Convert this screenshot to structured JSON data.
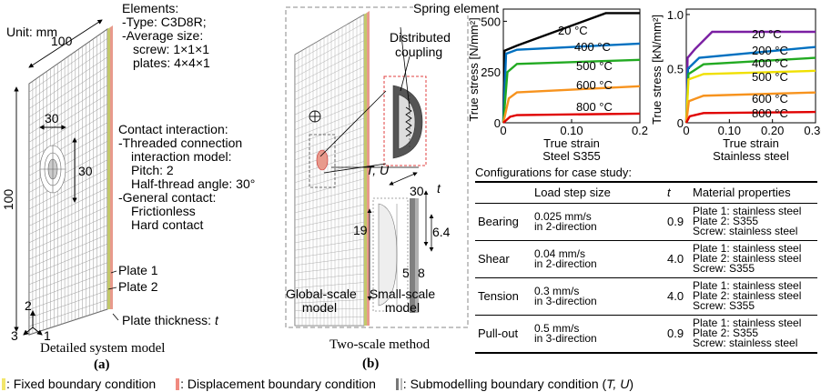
{
  "panel_a": {
    "unit": "Unit: mm",
    "dim_100_top": "100",
    "dim_100_left": "100",
    "dim_30_hole_w": "30",
    "dim_30_hole_h": "30",
    "elements_lines": [
      "Elements:",
      "-Type: C3D8R;",
      "-Average size:",
      "screw: 1×1×1",
      "plates: 4×4×1"
    ],
    "contact_lines": [
      "Contact interaction:",
      "-Threaded connection",
      "interaction model:",
      "Pitch: 2",
      "Half-thread angle: 30°",
      "-General contact:",
      "Frictionless",
      "Hard contact"
    ],
    "plate1": "Plate 1",
    "plate2": "Plate 2",
    "thickness_prefix": "Plate thickness: ",
    "thickness_var": "t",
    "axis2": "2",
    "axis3": "3",
    "axis1": "1",
    "caption": "Detailed system model",
    "label": "(a)"
  },
  "panel_b": {
    "spring": "Spring element",
    "distributed": "Distributed",
    "coupling": "coupling",
    "tu": "T, U",
    "dim_30": "30",
    "dim_t": "t",
    "dim_19": "19",
    "dim_64": "6.4",
    "dim_5": "5",
    "dim_8": "8",
    "global_1": "Global-scale",
    "global_2": "model",
    "small_1": "Small-scale",
    "small_2": "model",
    "caption": "Two-scale method",
    "label": "(b)"
  },
  "colors": {
    "fixed": "#f2e66b",
    "displacement": "#f08a80",
    "submodel": "#777777",
    "c20": "#000000",
    "c200": "#7a1fa2",
    "c400": "#0070c0",
    "c500": "#22aa22",
    "c500_ss": "#f0e000",
    "c600": "#f7931e",
    "c800": "#e00000"
  },
  "chart_data": [
    {
      "type": "line",
      "title": "",
      "xlabel": "True strain",
      "xlabel2": "Steel S355",
      "ylabel": "True stress [N/mm²]",
      "xlim": [
        0,
        0.2
      ],
      "ylim": [
        0,
        560
      ],
      "xticks": [
        "0",
        "0.10",
        "0.2"
      ],
      "xtick_values": [
        0,
        0.1,
        0.2
      ],
      "yticks": [
        "0",
        "250",
        "500"
      ],
      "ytick_values": [
        0,
        250,
        500
      ],
      "series": [
        {
          "name": "20 °C",
          "color": "#000000",
          "x": [
            0,
            0.0017,
            0.02,
            0.15,
            0.2
          ],
          "y": [
            0,
            355,
            380,
            540,
            540
          ]
        },
        {
          "name": "400 °C",
          "color": "#0070c0",
          "x": [
            0,
            0.004,
            0.02,
            0.2
          ],
          "y": [
            0,
            340,
            360,
            390
          ]
        },
        {
          "name": "500 °C",
          "color": "#22aa22",
          "x": [
            0,
            0.006,
            0.02,
            0.2
          ],
          "y": [
            0,
            250,
            290,
            310
          ]
        },
        {
          "name": "600 °C",
          "color": "#f7931e",
          "x": [
            0,
            0.008,
            0.02,
            0.2
          ],
          "y": [
            0,
            120,
            150,
            180
          ]
        },
        {
          "name": "800 °C",
          "color": "#e00000",
          "x": [
            0,
            0.01,
            0.02,
            0.2
          ],
          "y": [
            0,
            30,
            38,
            45
          ]
        }
      ]
    },
    {
      "type": "line",
      "title": "",
      "xlabel": "True strain",
      "xlabel2": "Stainless steel",
      "ylabel": "True stress [kN/mm²]",
      "xlim": [
        0,
        0.3
      ],
      "ylim": [
        0,
        1.05
      ],
      "xticks": [
        "0",
        "0.10",
        "0.20",
        "0.30"
      ],
      "xtick_values": [
        0,
        0.1,
        0.2,
        0.3
      ],
      "yticks": [
        "0",
        "0.5",
        "1.0"
      ],
      "ytick_values": [
        0,
        0.5,
        1.0
      ],
      "series": [
        {
          "name": "20 °C",
          "color": "#7a1fa2",
          "x": [
            0,
            0.003,
            0.02,
            0.06,
            0.3
          ],
          "y": [
            0,
            0.6,
            0.68,
            0.84,
            0.84
          ]
        },
        {
          "name": "200 °C",
          "color": "#0070c0",
          "x": [
            0,
            0.004,
            0.03,
            0.3
          ],
          "y": [
            0,
            0.5,
            0.6,
            0.7
          ]
        },
        {
          "name": "400 °C",
          "color": "#22aa22",
          "x": [
            0,
            0.005,
            0.04,
            0.3
          ],
          "y": [
            0,
            0.45,
            0.54,
            0.6
          ]
        },
        {
          "name": "500 °C",
          "color": "#f0e000",
          "x": [
            0,
            0.005,
            0.04,
            0.3
          ],
          "y": [
            0,
            0.4,
            0.45,
            0.48
          ]
        },
        {
          "name": "600 °C",
          "color": "#f7931e",
          "x": [
            0,
            0.006,
            0.04,
            0.3
          ],
          "y": [
            0,
            0.2,
            0.25,
            0.28
          ]
        },
        {
          "name": "800 °C",
          "color": "#e00000",
          "x": [
            0,
            0.008,
            0.04,
            0.3
          ],
          "y": [
            0,
            0.06,
            0.09,
            0.1
          ]
        }
      ]
    }
  ],
  "config": {
    "title": "Configurations for case study:",
    "headers": [
      "",
      "Load step size",
      "t",
      "Material properties"
    ],
    "rows": [
      {
        "case": "Bearing",
        "load": [
          "0.025 mm/s",
          "in 2-direction"
        ],
        "t": "0.9",
        "props": [
          "Plate 1: stainless steel",
          "Plate 2: S355",
          "Screw: stainless steel"
        ]
      },
      {
        "case": "Shear",
        "load": [
          "0.04 mm/s",
          "in 2-direction"
        ],
        "t": "4.0",
        "props": [
          "Plate 1: stainless steel",
          "Plate 2: stainless steel",
          "Screw: S355"
        ]
      },
      {
        "case": "Tension",
        "load": [
          "0.3 mm/s",
          "in 3-direction"
        ],
        "t": "4.0",
        "props": [
          "Plate 1: stainless steel",
          "Plate 2: stainless steel",
          "Screw: S355"
        ]
      },
      {
        "case": "Pull-out",
        "load": [
          "0.5 mm/s",
          "in 3-direction"
        ],
        "t": "0.9",
        "props": [
          "Plate 1: stainless steel",
          "Plate 2: S355",
          "Screw: stainless steel"
        ]
      }
    ]
  },
  "legend": {
    "fixed": ": Fixed boundary condition",
    "displacement": ": Displacement boundary condition",
    "submodel_prefix": ": Submodelling boundary condition (",
    "submodel_var": "T, U",
    "submodel_suffix": ")"
  }
}
